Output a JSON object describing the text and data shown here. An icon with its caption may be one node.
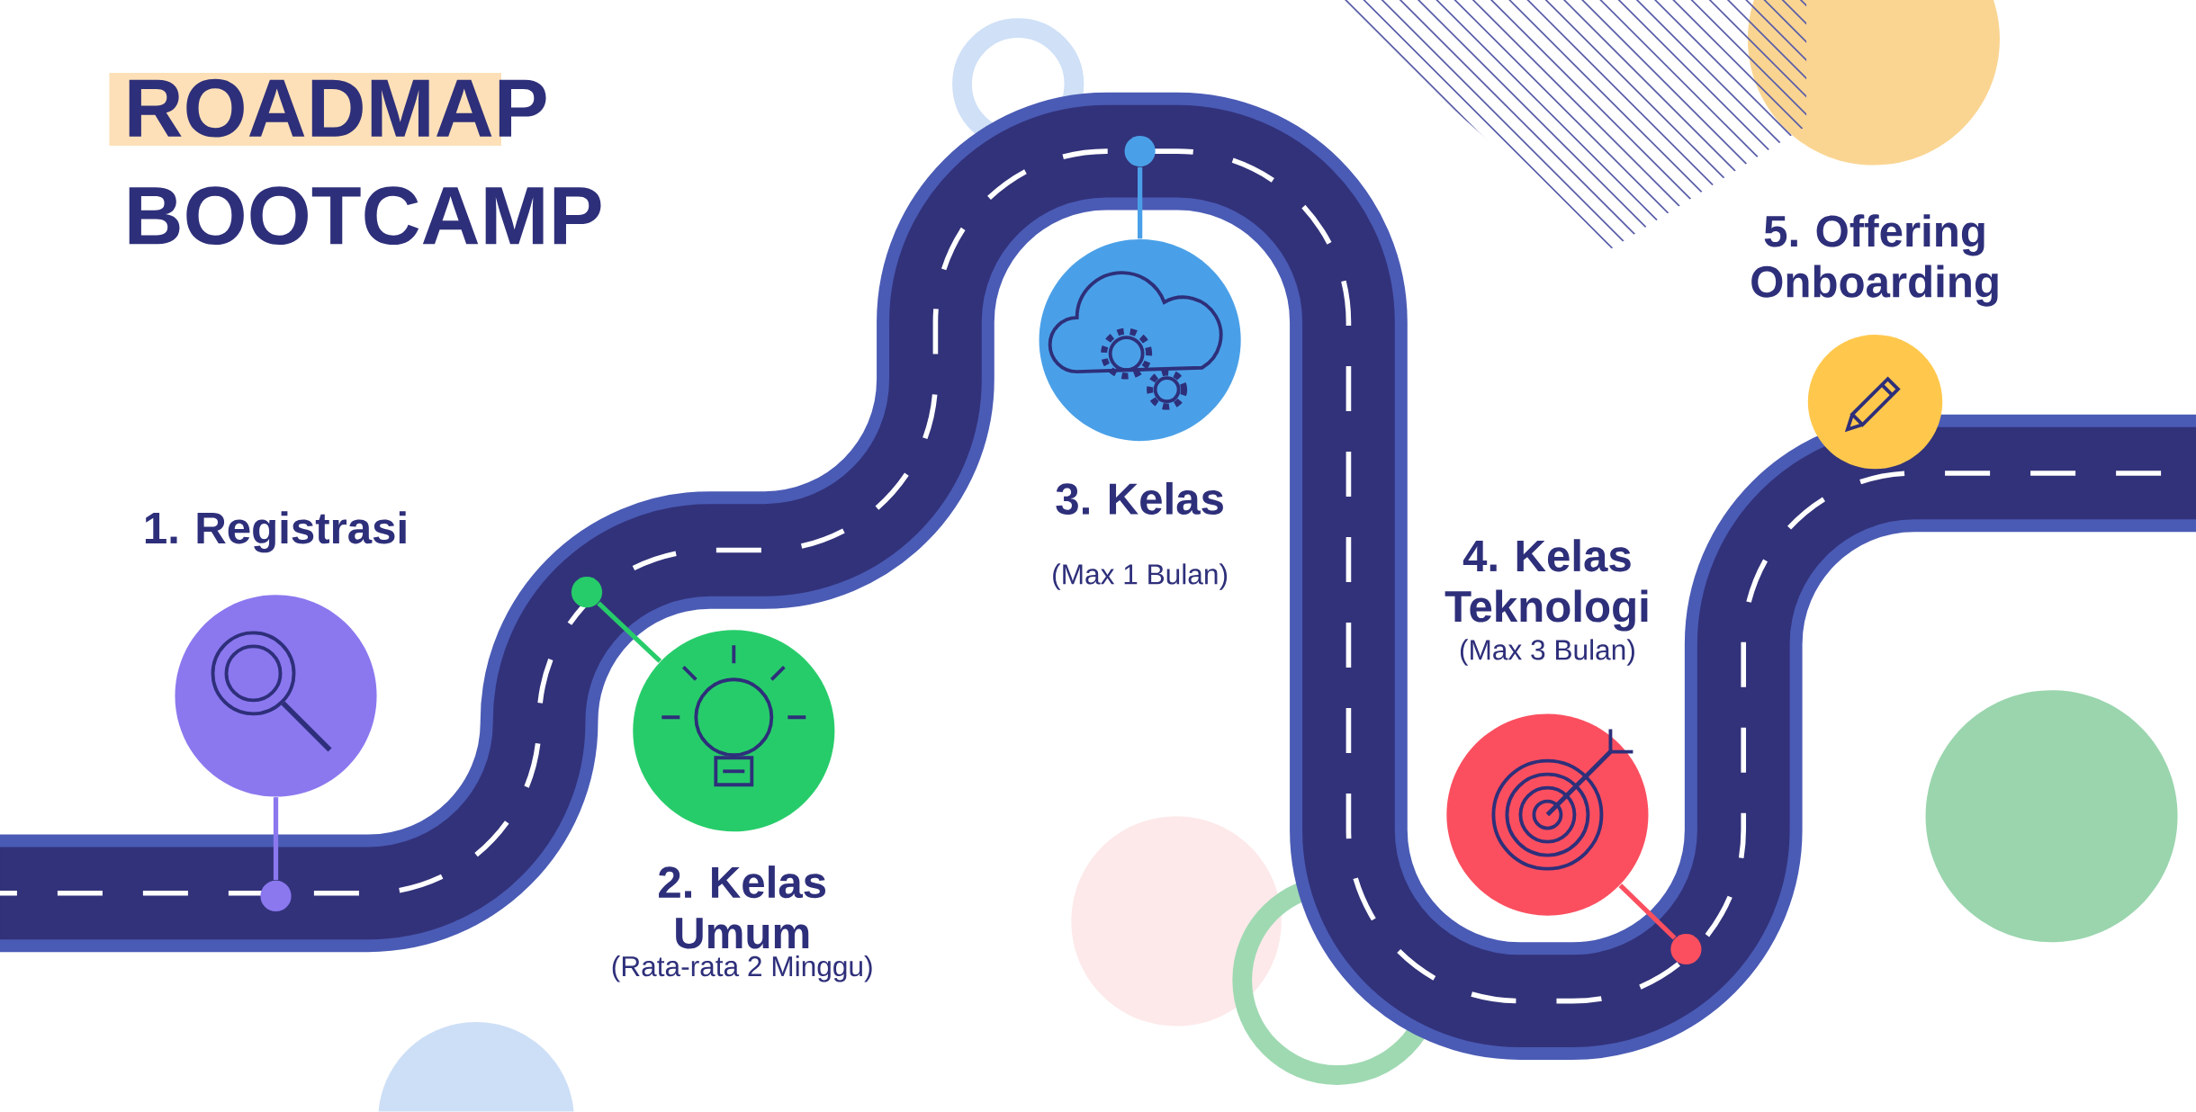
{
  "diagram": {
    "title": "ROADMAP BOOTCAMP",
    "nodes": [
      {
        "text": [
          "1. Registrasi"
        ]
      },
      {
        "text": [
          "2. Kelas Umum"
        ]
      },
      {
        "text": [
          "3. Kelas"
        ]
      },
      {
        "text": [
          "4. Kelas Teknologi"
        ]
      },
      {
        "text": [
          "5. Offering Onboarding"
        ]
      },
      {
        "text": [],
        "shape": "circle"
      },
      {
        "text": [],
        "shape": "circle"
      },
      {
        "text": [],
        "shape": "circle"
      },
      {
        "text": [],
        "shape": "circle"
      }
    ],
    "edges": [
      {
        "from": 0,
        "to": 5,
        "arrow": "none",
        "color": "#8b78ef"
      },
      {
        "from": 1,
        "to": 6,
        "arrow": "none",
        "color": "#27cc6a"
      },
      {
        "from": 2,
        "to": 7,
        "arrow": "none",
        "color": "#4aa0e8"
      },
      {
        "from": 3,
        "to": 8,
        "arrow": "none",
        "color": "#fb4f5f"
      }
    ],
    "labels": [
      "(Max 1 Bulan)",
      "(Max 3 Bulan)",
      "(Rata-rata  2 Minggu)"
    ]
  }
}
